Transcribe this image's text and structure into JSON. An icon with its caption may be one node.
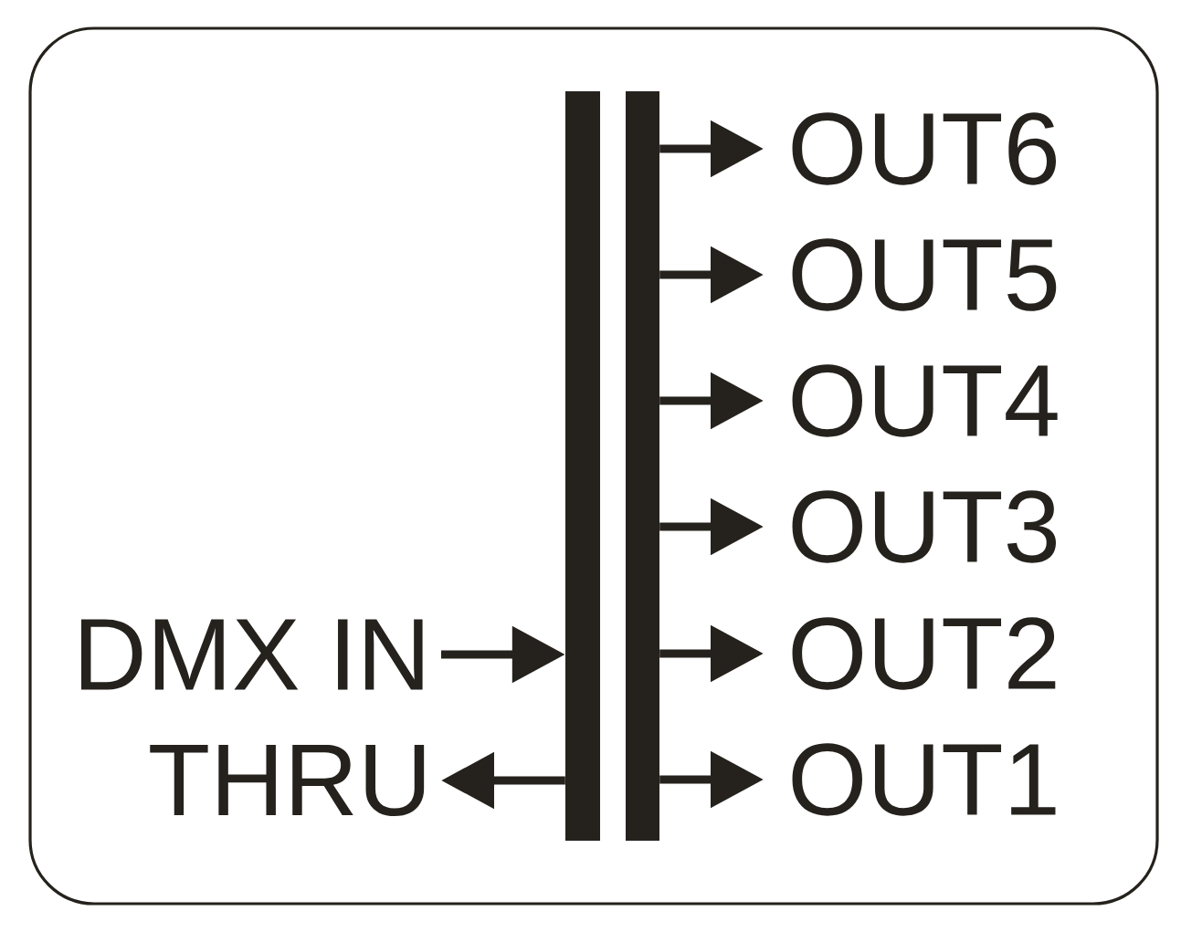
{
  "diagram": {
    "nodes": [
      {
        "text": [
          "DMX IN"
        ]
      },
      {
        "text": [
          "THRU"
        ]
      },
      {
        "text": [],
        "shape": "bar"
      },
      {
        "text": [],
        "shape": "bar"
      },
      {
        "text": [
          "OUT6"
        ]
      },
      {
        "text": [
          "OUT5"
        ]
      },
      {
        "text": [
          "OUT4"
        ]
      },
      {
        "text": [
          "OUT3"
        ]
      },
      {
        "text": [
          "OUT2"
        ]
      },
      {
        "text": [
          "OUT1"
        ]
      }
    ],
    "edges": [
      {
        "from": 0,
        "to": 2,
        "arrow": "to"
      },
      {
        "from": 2,
        "to": 1,
        "arrow": "to"
      },
      {
        "from": 3,
        "to": 4,
        "arrow": "to"
      },
      {
        "from": 3,
        "to": 5,
        "arrow": "to"
      },
      {
        "from": 3,
        "to": 6,
        "arrow": "to"
      },
      {
        "from": 3,
        "to": 7,
        "arrow": "to"
      },
      {
        "from": 3,
        "to": 8,
        "arrow": "to"
      },
      {
        "from": 3,
        "to": 9,
        "arrow": "to"
      }
    ]
  }
}
